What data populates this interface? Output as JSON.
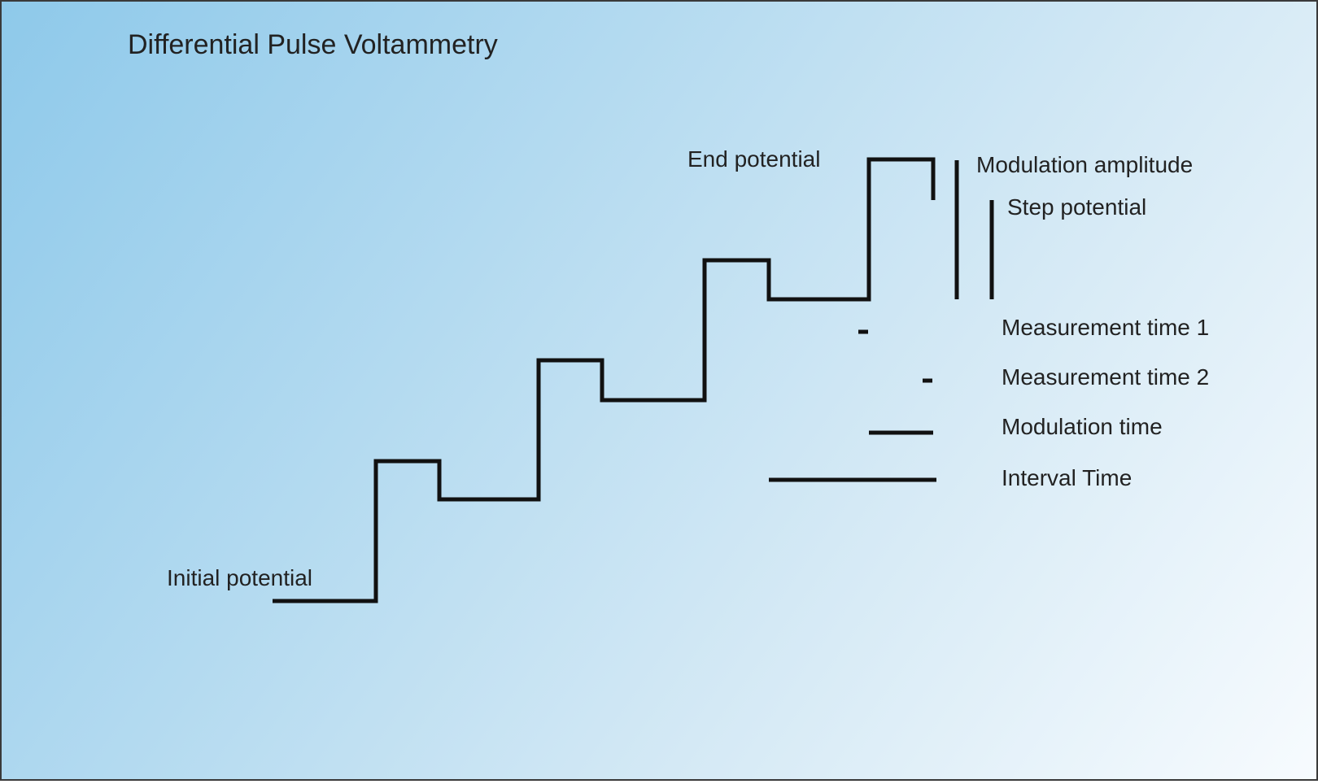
{
  "title": "Differential Pulse Voltammetry",
  "labels": {
    "initial_potential": "Initial potential",
    "end_potential": "End potential",
    "modulation_amplitude": "Modulation amplitude",
    "step_potential": "Step potential",
    "measurement_time_1": "Measurement time 1",
    "measurement_time_2": "Measurement time 2",
    "modulation_time": "Modulation time",
    "interval_time": "Interval Time"
  },
  "colors": {
    "line": "#111111",
    "gradient_start": "#8ec9ea",
    "gradient_end": "#f7fbfe"
  }
}
